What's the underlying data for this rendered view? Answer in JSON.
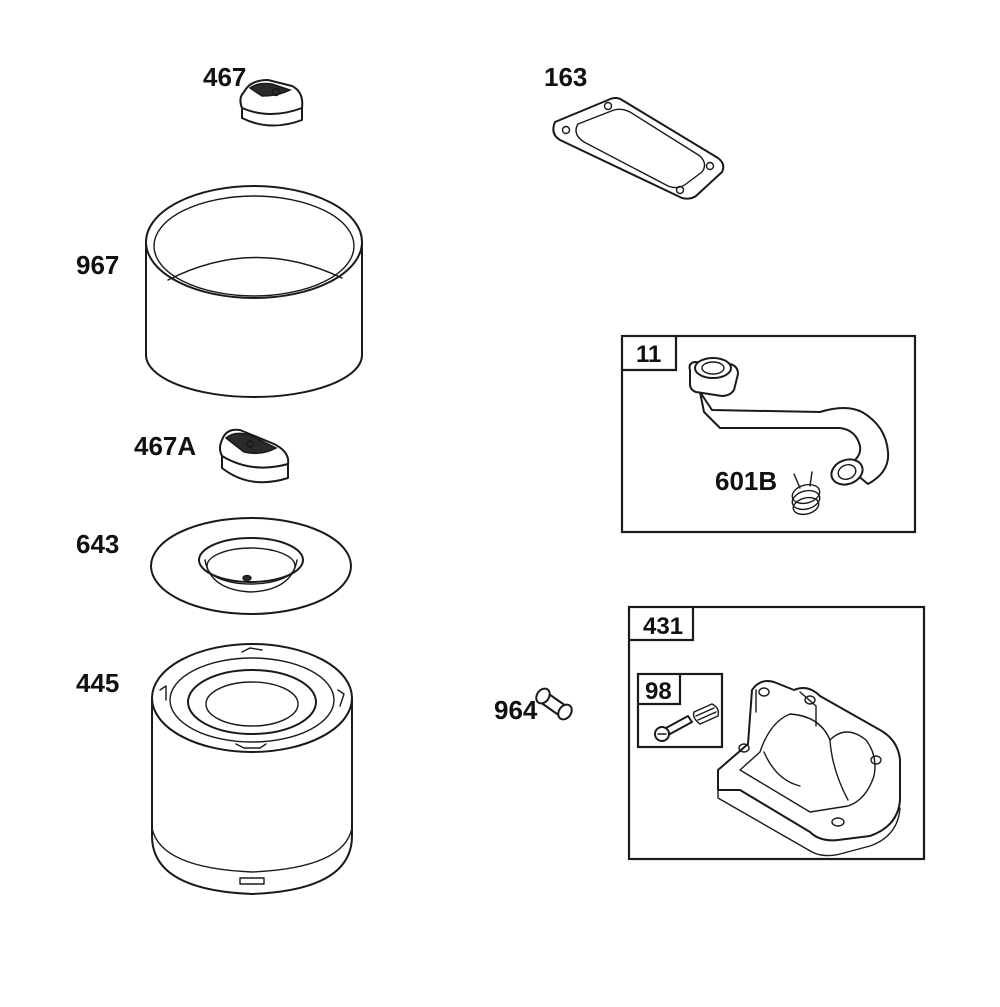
{
  "parts": {
    "knob_467": "467",
    "gasket_163": "163",
    "precleaner_967": "967",
    "knob_467a": "467A",
    "breather_box_11": "11",
    "clamp_601b": "601B",
    "base_plate_643": "643",
    "filter_445": "445",
    "plug_964": "964",
    "bracket_box_431": "431",
    "screw_kit_98": "98"
  }
}
